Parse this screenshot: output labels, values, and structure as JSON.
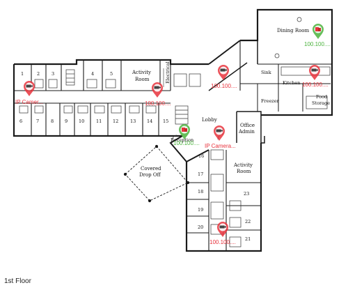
{
  "floor_label": "1st Floor",
  "colors": {
    "camera_red": "#e8323c",
    "online_green": "#4bb33d",
    "wall": "#1a1a1a"
  },
  "rooms": {
    "r1": "1",
    "r2": "2",
    "r3": "3",
    "r4": "4",
    "r5": "5",
    "r6": "6",
    "r7": "7",
    "r8": "8",
    "r9": "9",
    "r10": "10",
    "r11": "11",
    "r12": "12",
    "r13": "13",
    "r14": "14",
    "r15": "15",
    "r16": "16",
    "r17": "17",
    "r18": "18",
    "r19": "19",
    "r20": "20",
    "r21": "21",
    "r22": "22",
    "r23": "23",
    "activity_top_1": "Activity",
    "activity_top_2": "Room",
    "electrical": "Electrical",
    "dining": "Dining Room",
    "kitchen": "Kitchen",
    "sink": "Sink",
    "freezer": "Freezer",
    "food_1": "Food",
    "food_2": "Storage",
    "lobby": "Lobby",
    "office_1": "Office",
    "office_2": "Admin",
    "reception": "Reception",
    "activity_bot_1": "Activity",
    "activity_bot_2": "Room",
    "covered_1": "Covered",
    "covered_2": "Drop Off"
  },
  "markers": [
    {
      "id": "cam-left",
      "type": "camera",
      "label": "IP Camer..."
    },
    {
      "id": "cam-mid",
      "type": "camera",
      "label": "100.100...."
    },
    {
      "id": "cam-lobby-top",
      "type": "camera",
      "label": "100.100...."
    },
    {
      "id": "cam-kitchen",
      "type": "camera",
      "label": "100.100...."
    },
    {
      "id": "cam-center",
      "type": "camera",
      "label": "IP Camera..."
    },
    {
      "id": "cam-bottom",
      "type": "camera",
      "label": "100.100...."
    },
    {
      "id": "dev-dining",
      "type": "device",
      "label": "100.100...."
    },
    {
      "id": "dev-reception",
      "type": "device",
      "label": "100.100...."
    }
  ]
}
